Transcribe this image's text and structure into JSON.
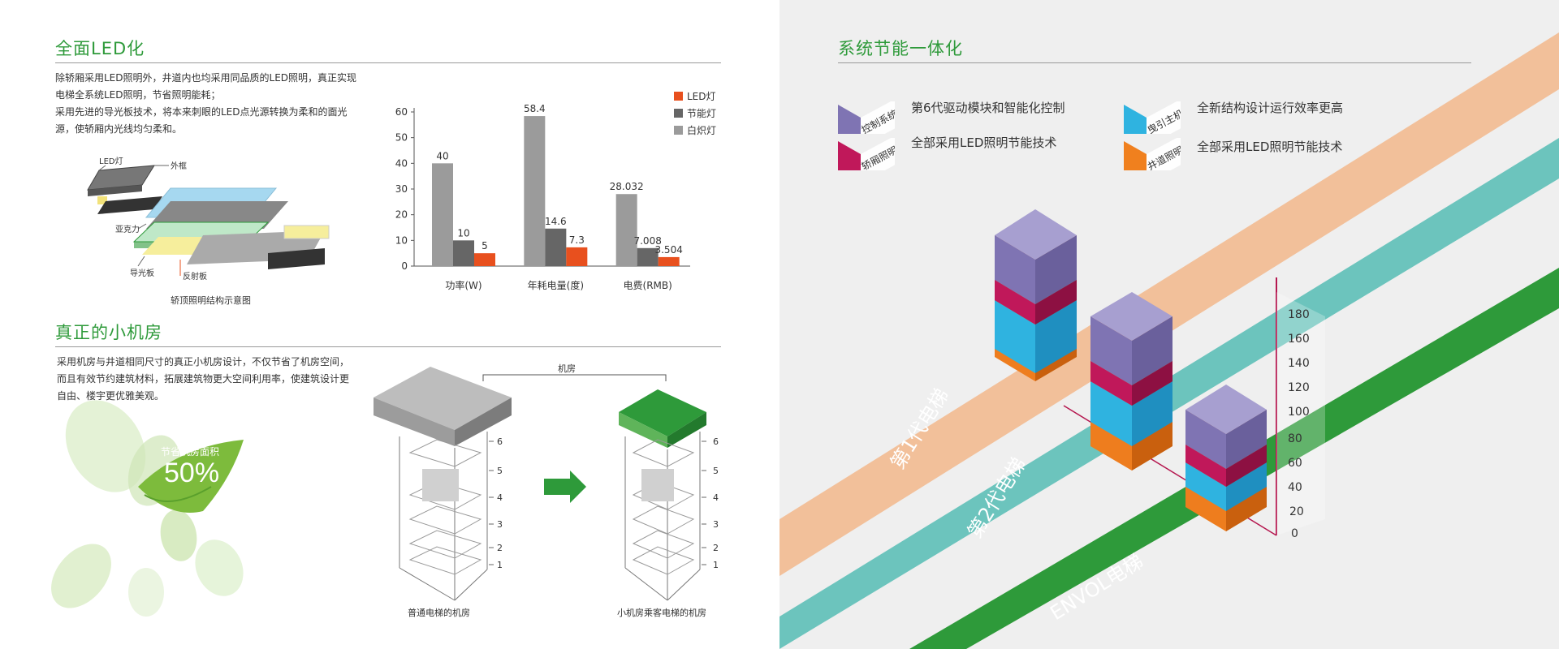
{
  "led_section": {
    "title": "全面LED化",
    "paragraph": [
      "除轿厢采用LED照明外，井道内也均采用同品质的LED照明，真正实现",
      "电梯全系统LED照明，节省照明能耗；",
      "采用先进的导光板技术，将本来刺眼的LED点光源转换为柔和的面光",
      "源，使轿厢内光线均匀柔和。"
    ],
    "diagram": {
      "labels": {
        "led": "LED灯",
        "frame": "外框",
        "acrylic": "亚克力",
        "light_guide": "导光板",
        "reflector": "反射板"
      },
      "caption": "轿顶照明结构示意图"
    }
  },
  "chart_data": {
    "type": "bar",
    "categories": [
      "功率(W)",
      "年耗电量(度)",
      "电费(RMB)"
    ],
    "series": [
      {
        "name": "白炽灯",
        "values": [
          40,
          58.4,
          28.032
        ],
        "labels": [
          "40",
          "58.4",
          "28.032"
        ],
        "color": "#9b9b9b"
      },
      {
        "name": "节能灯",
        "values": [
          10,
          14.6,
          7.008
        ],
        "labels": [
          "10",
          "14.6",
          "7.008"
        ],
        "color": "#666666"
      },
      {
        "name": "LED灯",
        "values": [
          5,
          7.3,
          3.504
        ],
        "labels": [
          "5",
          "7.3",
          "3.504"
        ],
        "color": "#e8501e"
      }
    ],
    "legend_order": [
      "LED灯",
      "节能灯",
      "白炽灯"
    ],
    "yticks": [
      "0",
      "10",
      "20",
      "30",
      "40",
      "50",
      "60"
    ],
    "ylim": [
      0,
      60
    ],
    "legend_position": "top-right"
  },
  "room_section": {
    "title": "真正的小机房",
    "paragraph": [
      "采用机房与井道相同尺寸的真正小机房设计，不仅节省了机房空间，",
      "而且有效节约建筑材料，拓展建筑物更大空间利用率，使建筑设计更",
      "自由、楼宇更优雅美观。"
    ],
    "badge": {
      "label": "节省机房面积",
      "value": "50%"
    },
    "room_label": "机房",
    "floors": [
      "1",
      "2",
      "3",
      "4",
      "5",
      "6"
    ],
    "caption_normal": "普通电梯的机房",
    "caption_small": "小机房乘客电梯的机房"
  },
  "energy_section": {
    "title": "系统节能一体化",
    "features": [
      {
        "tag": "控制系统",
        "text": "第6代驱动模块和智能化控制",
        "color": "#7f74b3"
      },
      {
        "tag": "轿厢照明",
        "text": "全部采用LED照明节能技术",
        "color": "#c0185a"
      },
      {
        "tag": "曳引主机",
        "text": "全新结构设计运行效率更高",
        "color": "#2fb3e0"
      },
      {
        "tag": "井道照明",
        "text": "全部采用LED照明节能技术",
        "color": "#f0801e"
      }
    ],
    "stripes": [
      {
        "label": "第1代电梯",
        "color": "#f2c09a"
      },
      {
        "label": "第2代电梯",
        "color": "#6cc4bd"
      },
      {
        "label": "ENVOL电梯",
        "color": "#2e9a3a"
      }
    ],
    "scale": [
      "0",
      "20",
      "40",
      "60",
      "80",
      "100",
      "120",
      "140",
      "160",
      "180"
    ]
  }
}
